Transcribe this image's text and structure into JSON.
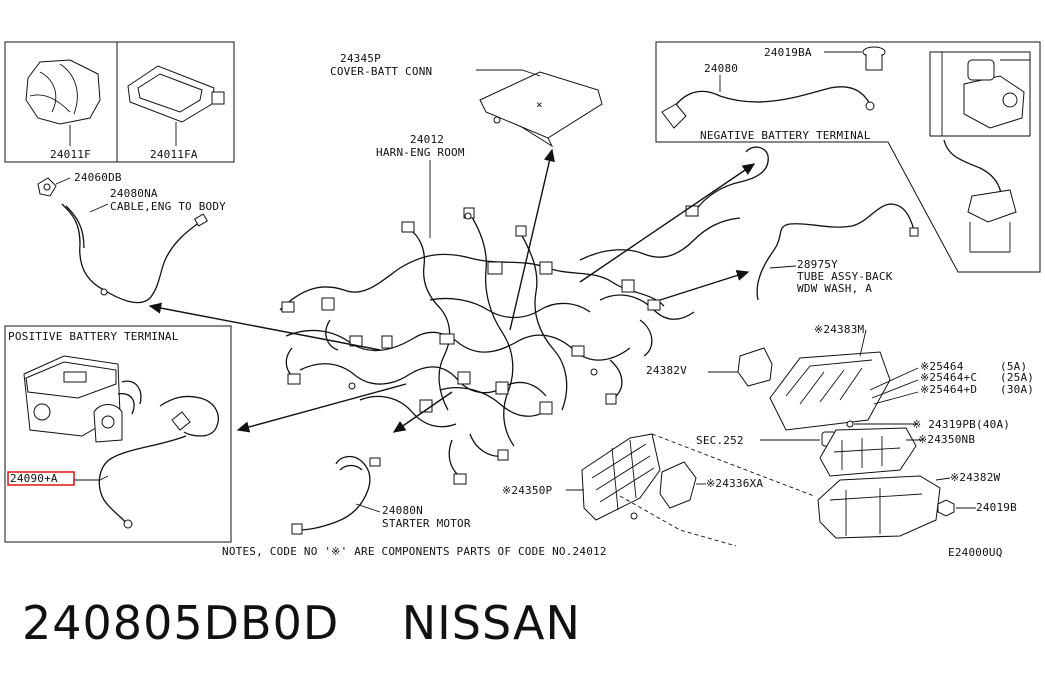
{
  "diagram": {
    "labels": {
      "p24011f": "24011F",
      "p24011fa": "24011FA",
      "p24345p_num": "24345P",
      "p24345p_name": "COVER-BATT CONN",
      "p24012_num": "24012",
      "p24012_name": "HARN-ENG ROOM",
      "p24019ba": "24019BA",
      "p24080": "24080",
      "neg_terminal": "NEGATIVE BATTERY TERMINAL",
      "p24060db": "24060DB",
      "p24080na_num": "24080NA",
      "p24080na_name": "CABLE,ENG TO BODY",
      "p28975y_num": "28975Y",
      "p28975y_name1": "TUBE ASSY-BACK",
      "p28975y_name2": "WDW WASH, A",
      "pos_terminal": "POSITIVE BATTERY TERMINAL",
      "p24383m": "※24383M",
      "p24382v": "24382V",
      "p25464_a": "※25464",
      "p25464_a_amp": "(5A)",
      "p25464_b": "※25464+C",
      "p25464_b_amp": "(25A)",
      "p25464_c": "※25464+D",
      "p25464_c_amp": "(30A)",
      "p24319pb": "※ 24319PB(40A)",
      "sec252": "SEC.252",
      "p24350nb": "※24350NB",
      "p24090a": "24090+A",
      "p24336xa": "※24336XA",
      "p24382w": "※24382W",
      "p24350p": "※24350P",
      "p24019b": "24019B",
      "p24080n_num": "24080N",
      "p24080n_name": "STARTER MOTOR",
      "notes": "NOTES, CODE NO '※' ARE COMPONENTS PARTS OF CODE NO.24012",
      "diagram_code": "E24000UQ"
    },
    "highlight_color": "#e01010"
  },
  "caption": {
    "part_number": "240805DB0D",
    "brand": "NISSAN"
  }
}
